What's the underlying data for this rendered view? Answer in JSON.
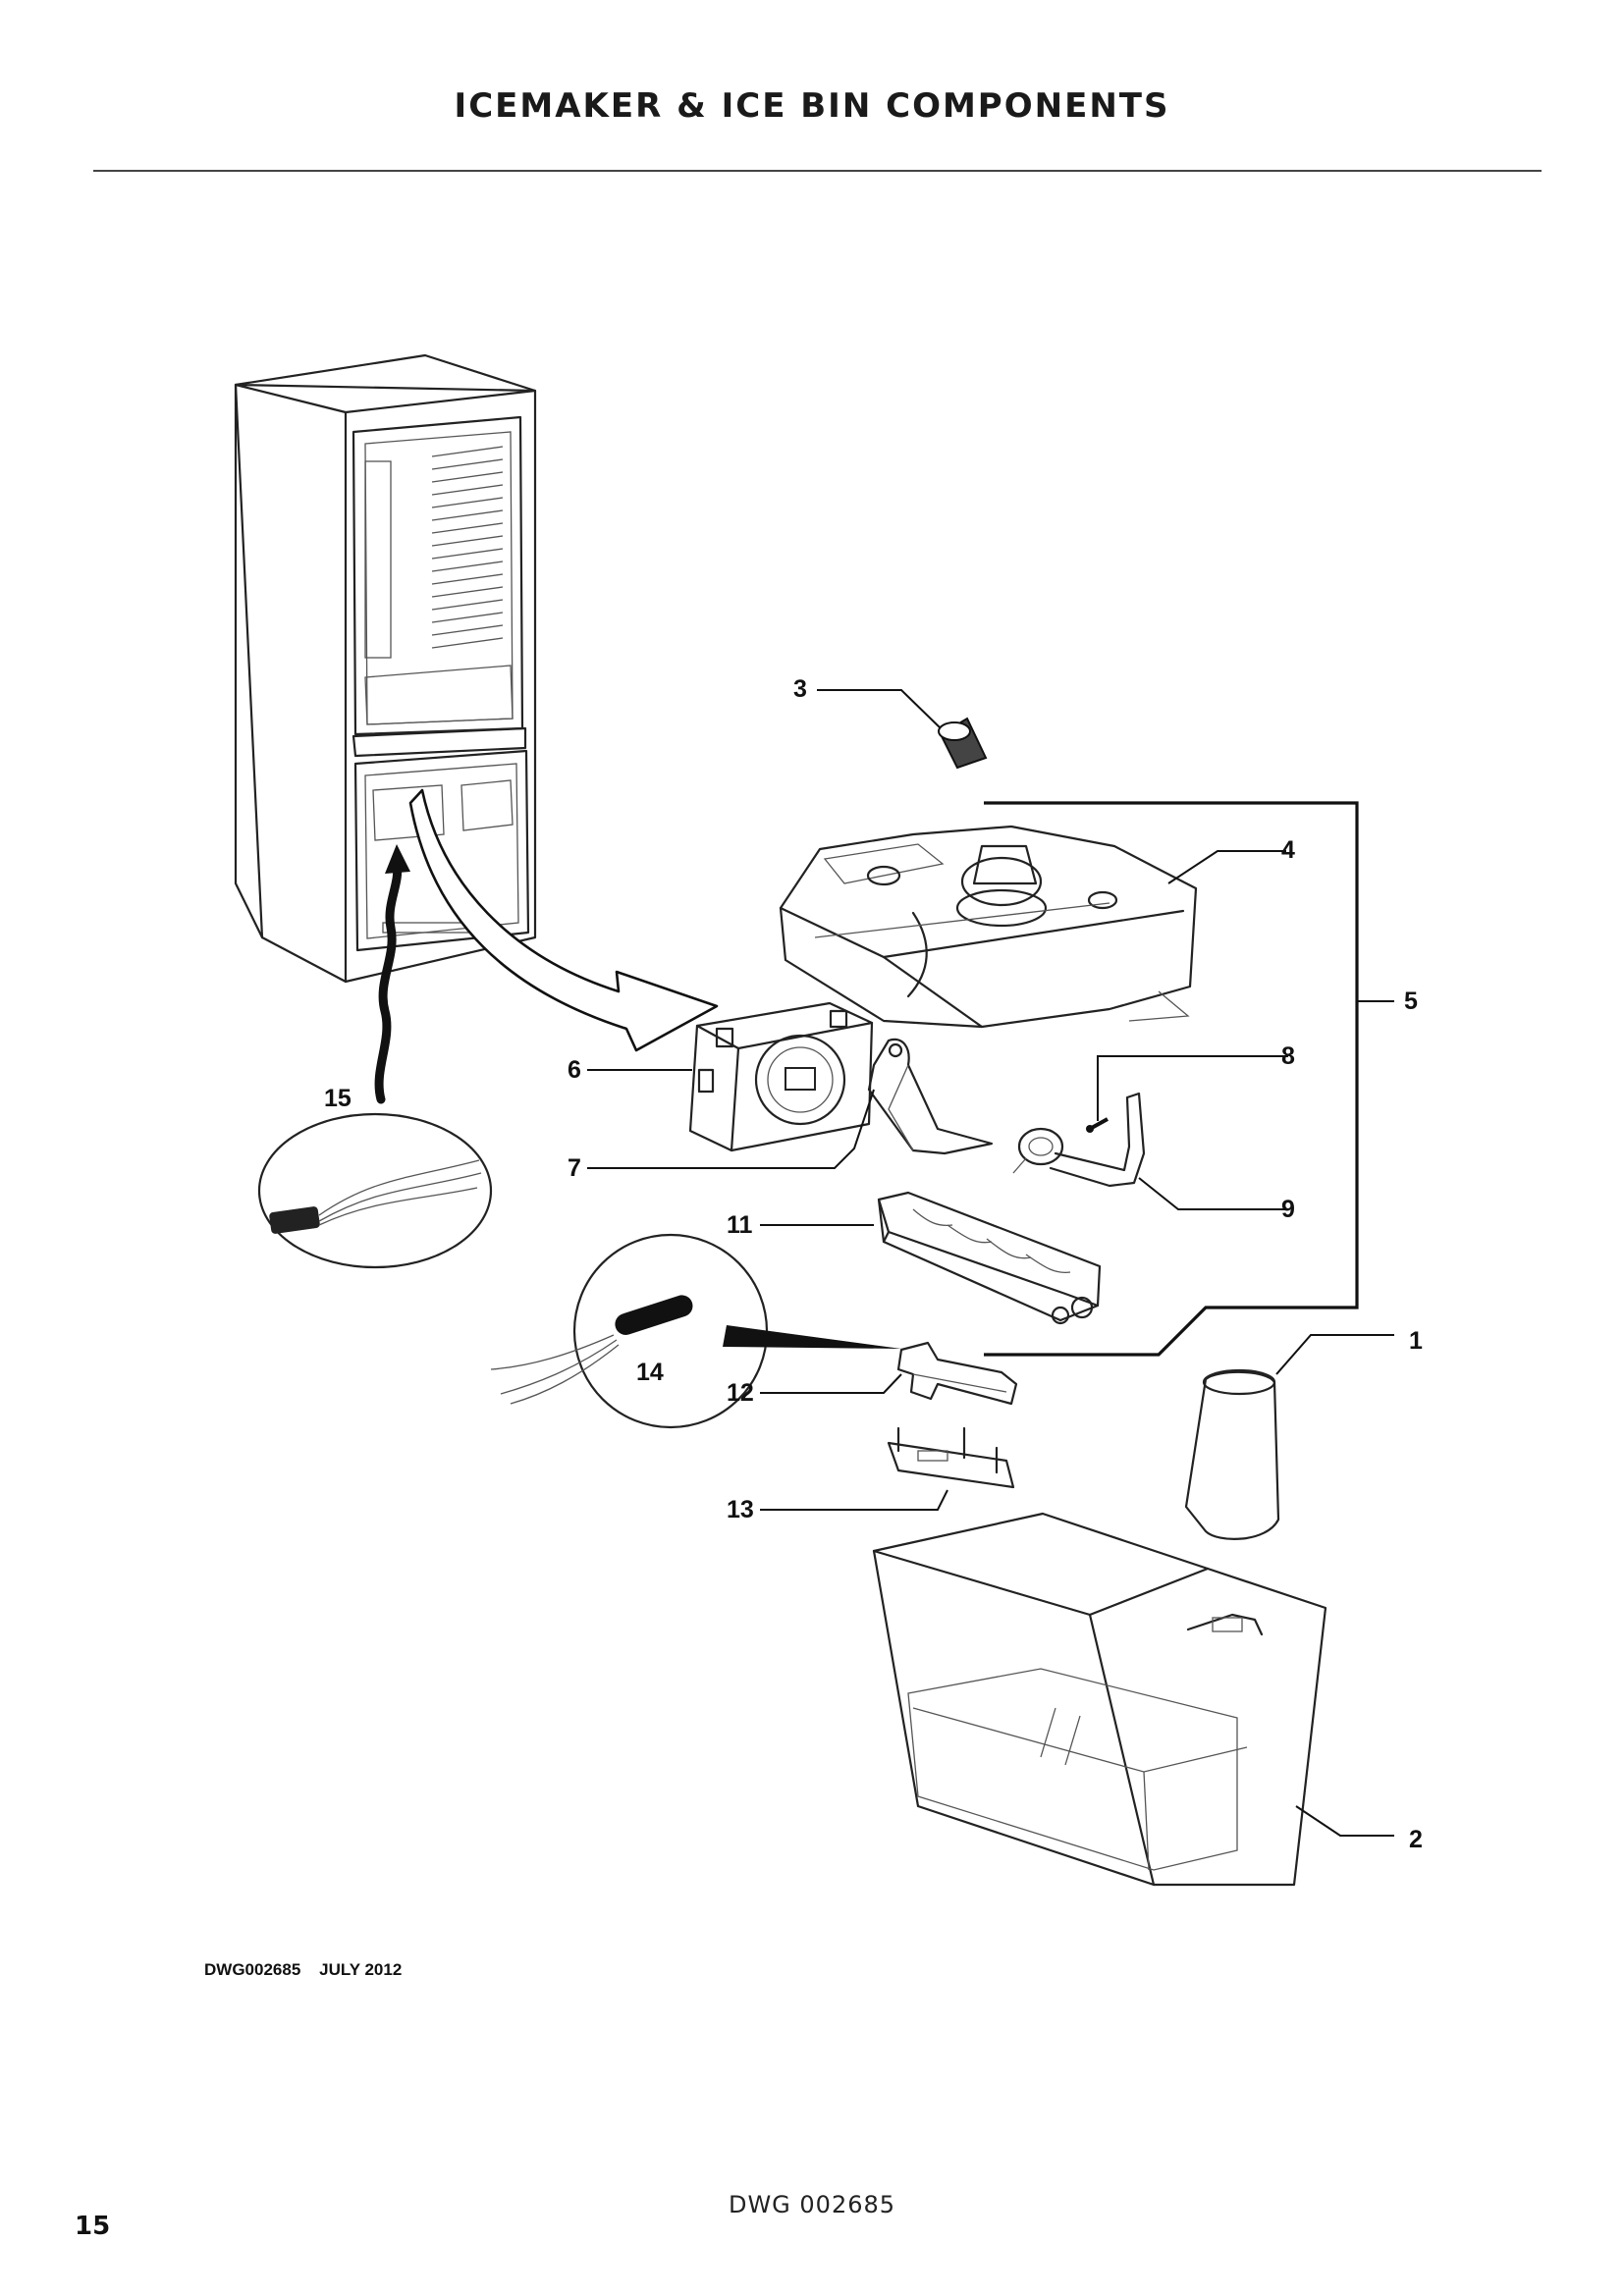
{
  "page": {
    "title": "ICEMAKER & ICE BIN COMPONENTS",
    "drawing_code": "DWG002685    JULY 2012",
    "footer_reference": "DWG 002685",
    "page_number": "15"
  },
  "callouts": [
    "1",
    "2",
    "3",
    "4",
    "5",
    "6",
    "7",
    "8",
    "9",
    "11",
    "12",
    "13",
    "14",
    "15"
  ],
  "parts": {
    "refrigerator": "refrigerator-cabinet",
    "p1": "ice-chute-cover",
    "p2": "ice-bin",
    "p3": "cap",
    "p4": "icemaker-housing",
    "p6": "control-module",
    "p7": "ejector-arm",
    "p8": "screw",
    "p9": "bail-arm",
    "p11": "ice-mold-tray",
    "p12": "sensor-clip",
    "p13": "mounting-bracket",
    "p14": "thermistor-sensor",
    "p15": "wiring-harness"
  }
}
